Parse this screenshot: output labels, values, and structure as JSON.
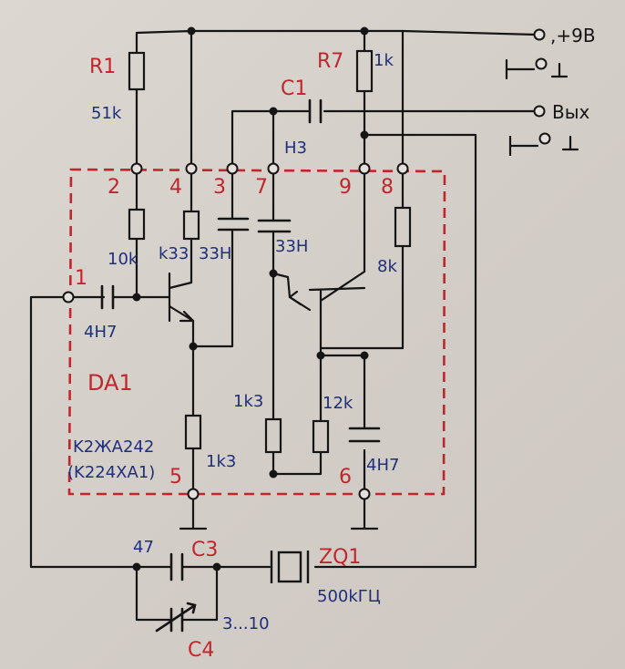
{
  "colors": {
    "wire": "#151515",
    "box": "#c0262b",
    "ref": "#c0262b",
    "value": "#1f2f7a"
  },
  "terminals": {
    "supply": ",+9B",
    "out": "Вых"
  },
  "pins": [
    "1",
    "2",
    "3",
    "4",
    "5",
    "6",
    "7",
    "8",
    "9"
  ],
  "components": {
    "R1": {
      "ref": "R1",
      "value": "51k"
    },
    "R7": {
      "ref": "R7",
      "value": "1k"
    },
    "C1": {
      "ref": "C1",
      "value": "H3"
    },
    "C3": {
      "ref": "C3",
      "value": "47"
    },
    "C4": {
      "ref": "C4",
      "value": "3...10"
    },
    "ZQ1": {
      "ref": "ZQ1",
      "value": "500kГЦ"
    }
  },
  "internal_values": {
    "r_pin2": "10k",
    "r_pin4": "k33",
    "c_pin3": "33H",
    "c_pin7": "33H",
    "c_input": "4H7",
    "r_pin8": "8k",
    "r_left": "1k3",
    "r_mid": "1k3",
    "r_right": "12k",
    "c_pin6": "4H7"
  },
  "ic": {
    "ref": "DA1",
    "part": "K2ЖA242",
    "alt": "(K224XA1)"
  }
}
